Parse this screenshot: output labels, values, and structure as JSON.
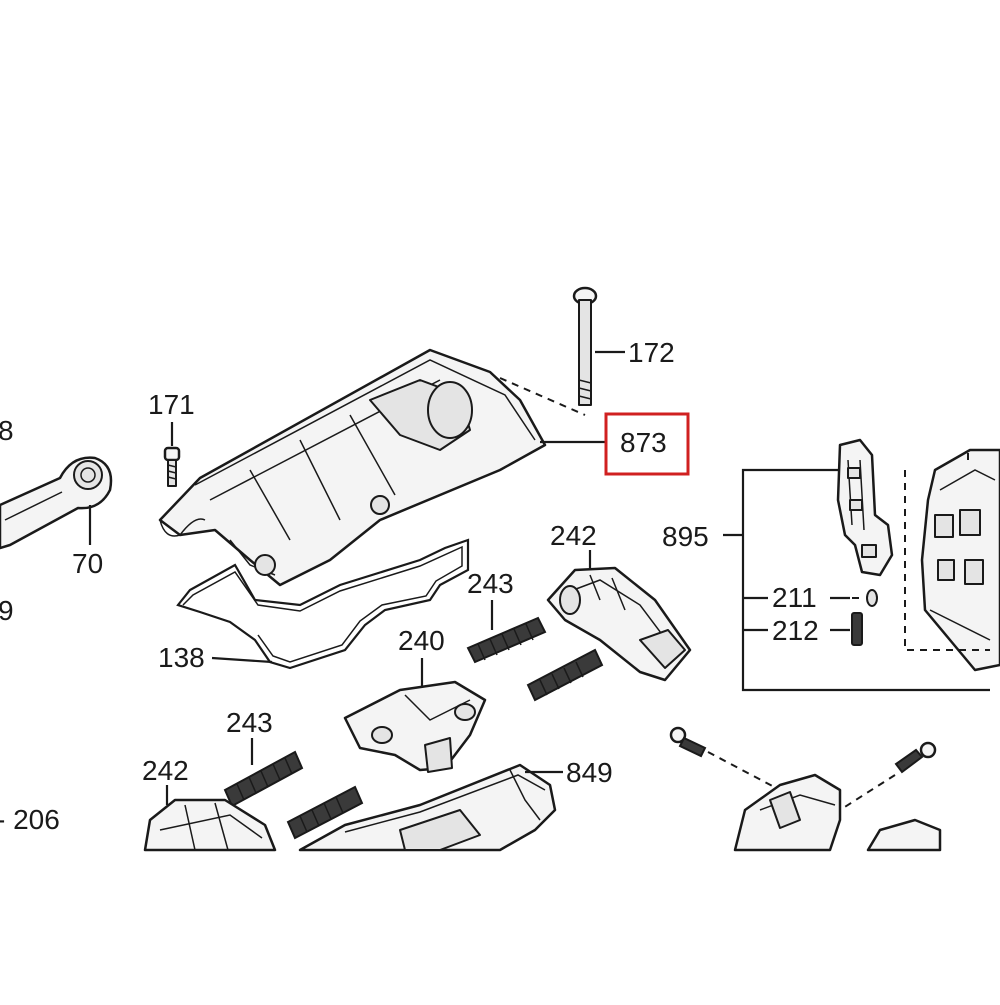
{
  "diagram": {
    "highlight_color": "#d02020",
    "highlighted_part": "873",
    "labels": {
      "p8": "8",
      "p70": "70",
      "p9": "9",
      "p206": "- 206",
      "p171": "171",
      "p172": "172",
      "p873": "873",
      "p138": "138",
      "p242a": "242",
      "p243a": "243",
      "p240": "240",
      "p243b": "243",
      "p242b": "242",
      "p849": "849",
      "p895": "895",
      "p211": "211",
      "p212": "212"
    }
  }
}
